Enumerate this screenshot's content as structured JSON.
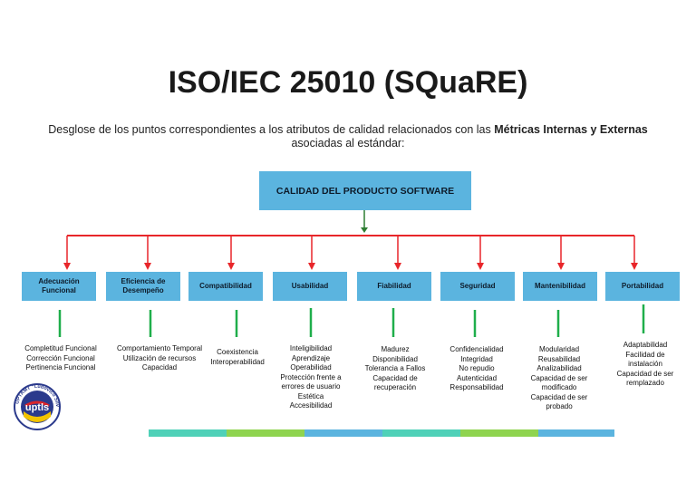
{
  "title": "ISO/IEC 25010 (SQuaRE)",
  "subtitle": {
    "part1": "Desglose de los puntos correspondientes a los atributos de calidad relacionados con las ",
    "bold": "Métricas Internas y Externas",
    "part2": " asociadas al estándar:"
  },
  "root": {
    "label": "CALIDAD DEL PRODUCTO SOFTWARE"
  },
  "categories": [
    {
      "label": "Adecuación Funcional",
      "items": [
        "Completitud Funcional",
        "Corrección Funcional",
        "Pertinencia Funcional"
      ]
    },
    {
      "label": "Eficiencia de Desempeño",
      "items": [
        "Comportamiento Temporal",
        "Utilización de recursos",
        "Capacidad"
      ]
    },
    {
      "label": "Compatibilidad",
      "items": [
        "Coexistencia",
        "Interoperabilidad"
      ]
    },
    {
      "label": "Usabilidad",
      "items": [
        "Inteligibilidad",
        "Aprendizaje",
        "Operabilidad",
        "Protección frente a",
        "errores de usuario",
        "Estética",
        "Accesibilidad"
      ]
    },
    {
      "label": "Fiabilidad",
      "items": [
        "Madurez",
        "Disponibilidad",
        "Tolerancia a Fallos",
        "Capacidad de",
        "recuperación"
      ]
    },
    {
      "label": "Seguridad",
      "items": [
        "Confidencialidad",
        "Integridad",
        "No repudio",
        "Autenticidad",
        "Responsabilidad"
      ]
    },
    {
      "label": "Mantenibilidad",
      "items": [
        "Modularidad",
        "Reusabilidad",
        "Analizabilidad",
        "Capacidad de ser",
        "modificado",
        "Capacidad de ser",
        "probado"
      ]
    },
    {
      "label": "Portabilidad",
      "items": [
        "Adaptabilidad",
        "Facilidad de",
        "instalación",
        "Capacidad de ser",
        "remplazado"
      ]
    }
  ],
  "logo": {
    "text": "UPTAMT \"Ludovico Silva\"",
    "letters": "uptls"
  },
  "colors": {
    "box": "#5bb4df",
    "red_connector": "#e8262a",
    "green_connector": "#2e7d32",
    "item_stem": "#1fae4b",
    "bar_teal": "#4fd1b8",
    "bar_green": "#8fd44f",
    "bar_blue": "#5bb4df"
  }
}
